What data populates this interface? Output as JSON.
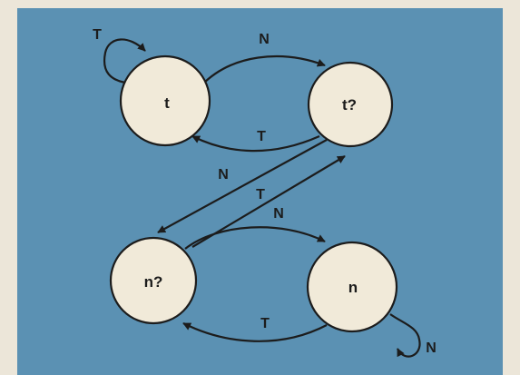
{
  "diagram": {
    "colors": {
      "background": "#5b91b3",
      "node_fill": "#f1ead9",
      "stroke": "#1c1c1c",
      "page": "#ece6d9"
    },
    "states": {
      "t": "t",
      "t_maybe": "t?",
      "n_maybe": "n?",
      "n": "n"
    },
    "transitions": {
      "t_self": "T",
      "t_to_t_maybe": "N",
      "t_maybe_to_t": "T",
      "t_maybe_to_n_maybe": "N",
      "n_maybe_to_t_maybe": "T",
      "n_maybe_to_n": "N",
      "n_to_n_maybe": "T",
      "n_self": "N"
    }
  }
}
